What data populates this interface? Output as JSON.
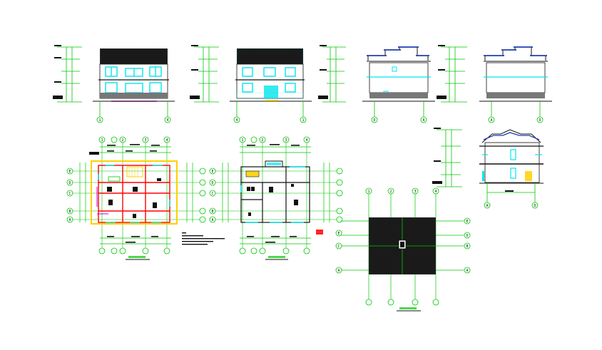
{
  "colors": {
    "background": "#ffffff",
    "grid_axis": "#00c800",
    "wall": "#ff0000",
    "window": "#00e5ee",
    "roof": "#1a1a1a",
    "accent_yellow": "#ffd000",
    "accent_magenta": "#d000d0",
    "outline": "#111111",
    "plinth": "#777777",
    "roof_edge": "#1e3fb0"
  },
  "elevations": {
    "front": {
      "axis_left": "1",
      "axis_right": "4"
    },
    "back": {
      "axis_left": "4",
      "axis_right": "1"
    },
    "side_a": {
      "axis_left": "D",
      "axis_right": "A"
    },
    "side_b": {
      "axis_left": "A",
      "axis_right": "D"
    }
  },
  "section": {
    "axis_left": "A",
    "axis_right": "D"
  },
  "plan1": {
    "top_axes": [
      "1",
      "2",
      "3",
      "4"
    ],
    "side_axes": [
      "E",
      "D",
      "C",
      "B",
      "A"
    ]
  },
  "plan2": {
    "top_axes": [
      "1",
      "2",
      "3",
      "4"
    ],
    "side_axes": [
      "E",
      "D",
      "C",
      "B",
      "A"
    ]
  },
  "roof": {
    "top_axes": [
      "1",
      "2",
      "3",
      "4"
    ],
    "right_axes": [
      "E",
      "D",
      "B",
      "A"
    ],
    "left_axes": [
      "E",
      "C",
      "A"
    ]
  }
}
